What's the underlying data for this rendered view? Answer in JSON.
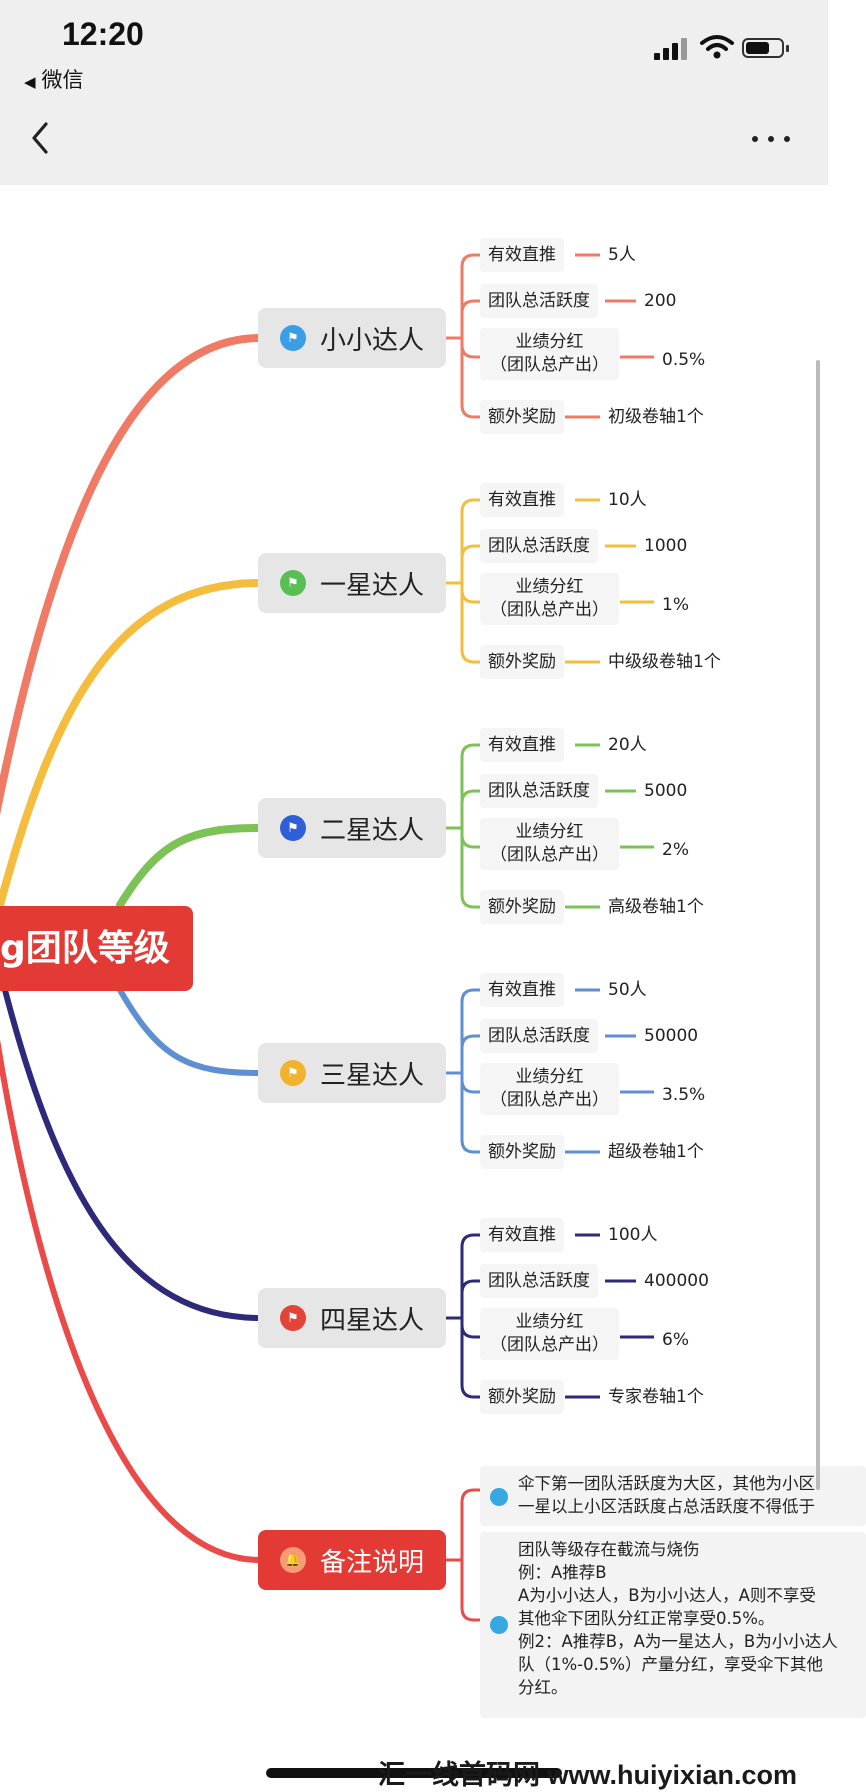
{
  "status": {
    "time": "12:20",
    "back_app": "微信"
  },
  "colors": {
    "branch_0": "#ef7b67",
    "branch_1": "#f4bd3d",
    "branch_2": "#7cc255",
    "branch_3": "#5f8fd3",
    "branch_4": "#2e2a7a",
    "branch_5": "#ea4b48",
    "root_bg": "#e33a35"
  },
  "icons": {
    "level": "flag-icon",
    "note": "bell-icon",
    "note_item": "gem-icon"
  },
  "root": {
    "label": "g团队等级"
  },
  "levels": [
    {
      "name": "小小达人",
      "icon_color": "#3a9ee6",
      "items": [
        {
          "label": "有效直推",
          "value": "5人"
        },
        {
          "label": "团队总活跃度",
          "value": "200"
        },
        {
          "label_l1": "业绩分红",
          "label_l2": "（团队总产出）",
          "value": "0.5%"
        },
        {
          "label": "额外奖励",
          "value": "初级卷轴1个"
        }
      ]
    },
    {
      "name": "一星达人",
      "icon_color": "#58bf52",
      "items": [
        {
          "label": "有效直推",
          "value": "10人"
        },
        {
          "label": "团队总活跃度",
          "value": "1000"
        },
        {
          "label_l1": "业绩分红",
          "label_l2": "（团队总产出）",
          "value": "1%"
        },
        {
          "label": "额外奖励",
          "value": "中级级卷轴1个"
        }
      ]
    },
    {
      "name": "二星达人",
      "icon_color": "#2f5fd6",
      "items": [
        {
          "label": "有效直推",
          "value": "20人"
        },
        {
          "label": "团队总活跃度",
          "value": "5000"
        },
        {
          "label_l1": "业绩分红",
          "label_l2": "（团队总产出）",
          "value": "2%"
        },
        {
          "label": "额外奖励",
          "value": "高级卷轴1个"
        }
      ]
    },
    {
      "name": "三星达人",
      "icon_color": "#f1b32d",
      "items": [
        {
          "label": "有效直推",
          "value": "50人"
        },
        {
          "label": "团队总活跃度",
          "value": "50000"
        },
        {
          "label_l1": "业绩分红",
          "label_l2": "（团队总产出）",
          "value": "3.5%"
        },
        {
          "label": "额外奖励",
          "value": "超级卷轴1个"
        }
      ]
    },
    {
      "name": "四星达人",
      "icon_color": "#e3443a",
      "items": [
        {
          "label": "有效直推",
          "value": "100人"
        },
        {
          "label": "团队总活跃度",
          "value": "400000"
        },
        {
          "label_l1": "业绩分红",
          "label_l2": "（团队总产出）",
          "value": "6%"
        },
        {
          "label": "额外奖励",
          "value": "专家卷轴1个"
        }
      ]
    }
  ],
  "note": {
    "title": "备注说明",
    "box1": [
      "伞下第一团队活跃度为大区，其他为小区",
      "一星以上小区活跃度占总活跃度不得低于"
    ],
    "box2": [
      "团队等级存在截流与烧伤",
      "例：A推荐B",
      "A为小小达人，B为小小达人，A则不享受",
      "其他伞下团队分红正常享受0.5%。",
      "例2：A推荐B，A为一星达人，B为小小达人",
      "队（1%-0.5%）产量分红，享受伞下其他",
      "分红。"
    ]
  },
  "watermark": "汇一线首码网 www.huiyixian.com"
}
